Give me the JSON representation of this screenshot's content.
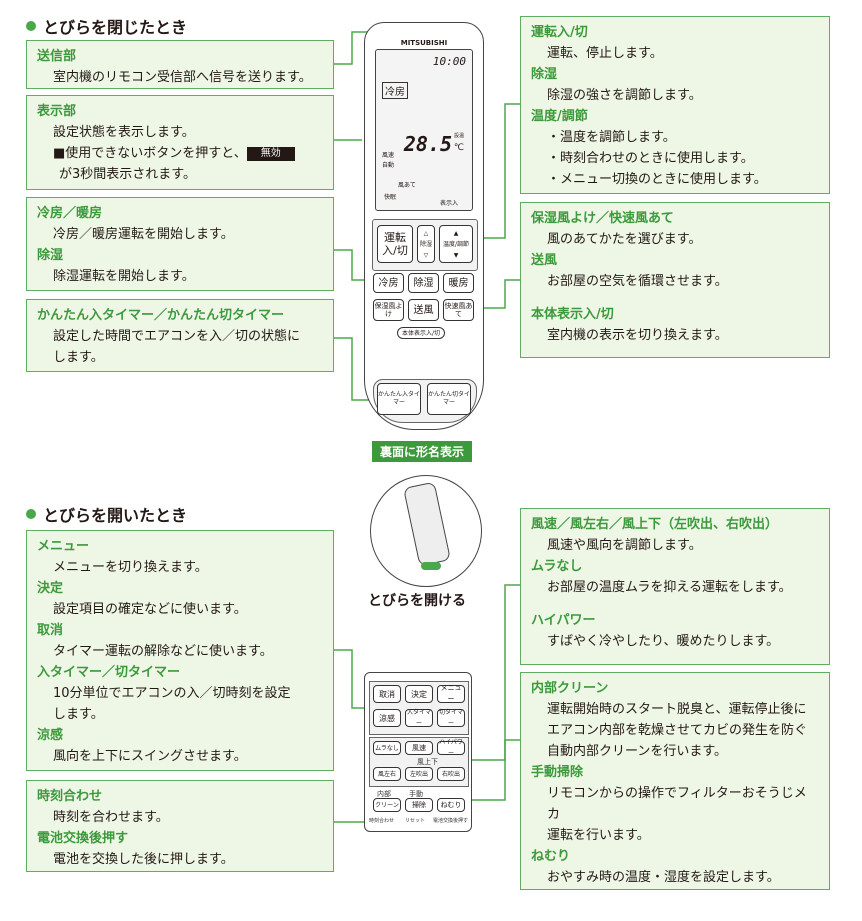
{
  "sections": {
    "closed": "とびらを閉じたとき",
    "open": "とびらを開いたとき"
  },
  "back_label": "裏面に形名表示",
  "open_caption": "とびらを開ける",
  "left_top": [
    {
      "title": "送信部",
      "desc": [
        "室内機のリモコン受信部へ信号を送ります。"
      ]
    },
    {
      "title": "表示部",
      "desc": [
        "設定状態を表示します。"
      ],
      "note_pre": "■使用できないボタンを押すと、",
      "note_badge": "無効",
      "note_post": "が3秒間表示されます。"
    },
    {
      "title": "冷房／暖房",
      "desc": [
        "冷房／暖房運転を開始します。"
      ],
      "title2": "除湿",
      "desc2": [
        "除湿運転を開始します。"
      ]
    },
    {
      "title": "かんたん入タイマー／かんたん切タイマー",
      "desc": [
        "設定した時間でエアコンを入／切の状態に",
        "します。"
      ]
    }
  ],
  "right_top": [
    {
      "title": "運転入/切",
      "desc": "運転、停止します。"
    },
    {
      "title": "除湿",
      "desc": "除湿の強さを調節します。"
    },
    {
      "title": "温度/調節",
      "desc": "・温度を調節します。",
      "bullets": [
        "・時刻合わせのときに使用します。",
        "・メニュー切換のときに使用します。"
      ]
    }
  ],
  "right_mid": [
    {
      "title": "保湿風よけ／快速風あて",
      "desc": "風のあてかたを選びます。"
    },
    {
      "title": "送風",
      "desc": "お部屋の空気を循環させます。"
    },
    {
      "title": "本体表示入/切",
      "desc": "室内機の表示を切り換えます。"
    }
  ],
  "left_bottom": [
    {
      "title": "メニュー",
      "desc": [
        "メニューを切り換えます。"
      ]
    },
    {
      "title": "決定",
      "desc": [
        "設定項目の確定などに使います。"
      ]
    },
    {
      "title": "取消",
      "desc": [
        "タイマー運転の解除などに使います。"
      ]
    },
    {
      "title": "入タイマー／切タイマー",
      "desc": [
        "10分単位でエアコンの入／切時刻を設定",
        "します。"
      ]
    },
    {
      "title": "涼感",
      "desc": [
        "風向を上下にスイングさせます。"
      ]
    }
  ],
  "left_bottom2": [
    {
      "title": "時刻合わせ",
      "desc": "時刻を合わせます。"
    },
    {
      "title": "電池交換後押す",
      "desc": "電池を交換した後に押します。"
    }
  ],
  "right_bottom1": [
    {
      "title": "風速／風左右／風上下（左吹出、右吹出）",
      "desc": "風速や風向を調節します。"
    },
    {
      "title": "ムラなし",
      "desc": "お部屋の温度ムラを抑える運転をします。"
    },
    {
      "title": "ハイパワー",
      "desc": "すばやく冷やしたり、暖めたりします。"
    }
  ],
  "right_bottom2": [
    {
      "title": "内部クリーン",
      "desc": [
        "運転開始時のスタート脱臭と、運転停止後に",
        "エアコン内部を乾燥させてカビの発生を防ぐ",
        "自動内部クリーンを行います。"
      ]
    },
    {
      "title": "手動掃除",
      "desc": [
        "リモコンからの操作でフィルターおそうじメカ",
        "運転を行います。"
      ]
    },
    {
      "title": "ねむり",
      "desc": [
        "おやすみ時の温度・湿度を設定します。"
      ]
    }
  ],
  "remote": {
    "brand": "MITSUBISHI",
    "clock": "10:00",
    "lcd_mode": "冷房",
    "lcd_temp": "28.5",
    "lcd_unit": "℃",
    "lcd_small": [
      "風速",
      "自動",
      "風あて",
      "快眠",
      "表示入",
      "設温"
    ],
    "btn_power": [
      "運転",
      "入/切"
    ],
    "btn_dehum": "除湿",
    "btn_temp": "温度/調節",
    "btn_row1": [
      "冷房",
      "除湿",
      "暖房"
    ],
    "btn_row2": [
      "保湿風よけ",
      "送風",
      "快速風あて"
    ],
    "btn_display": "本体表示入/切",
    "btn_timer": [
      "かんたん入タイマー",
      "かんたん切タイマー"
    ]
  },
  "inner_panel": {
    "row1": [
      "取消",
      "決定",
      "メニュー"
    ],
    "row2": [
      "涼感",
      "入タイマー",
      "切タイマー"
    ],
    "row3": [
      "ムラなし",
      "風速",
      "ハイパワー"
    ],
    "wind_label": "風上下",
    "row4": [
      "風左右",
      "左吹出",
      "右吹出"
    ],
    "row5_labels": [
      "内部",
      "手動"
    ],
    "row5": [
      "クリーン",
      "掃除",
      "ねむり"
    ],
    "row6": [
      "時刻合わせ",
      "リセット",
      "電池交換後押す"
    ]
  }
}
